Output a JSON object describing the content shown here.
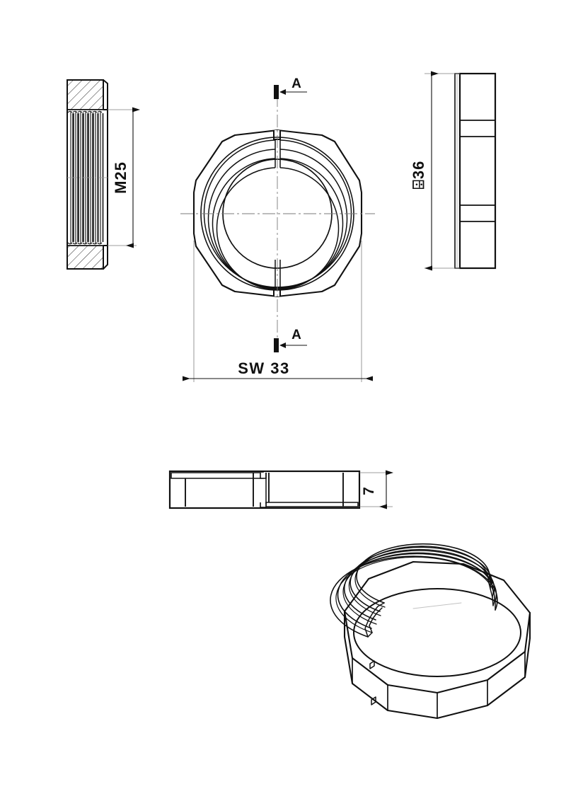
{
  "drawing": {
    "title": "Hexagon lock nut technical drawing",
    "background_color": "#ffffff",
    "line_color": "#111111",
    "views": [
      {
        "id": "section-aa",
        "name": "Section A-A (left sectional elevation)"
      },
      {
        "id": "plan",
        "name": "Plan view (hexagon with internal thread)"
      },
      {
        "id": "side",
        "name": "Side elevation (right)"
      },
      {
        "id": "front",
        "name": "Front elevation (bottom)"
      },
      {
        "id": "isometric",
        "name": "3D isometric pictorial view"
      }
    ]
  },
  "dimensions": {
    "thread": {
      "label": "M25",
      "rotation": -90
    },
    "across_flats": {
      "label": "SW 33"
    },
    "outer_diameter": {
      "label": "⌹36",
      "symbol": "⌹",
      "value": "36",
      "rotation": -90
    },
    "height": {
      "label": "7",
      "rotation": -90
    }
  },
  "section_marks": {
    "top": {
      "label": "A"
    },
    "bottom": {
      "label": "A"
    }
  }
}
